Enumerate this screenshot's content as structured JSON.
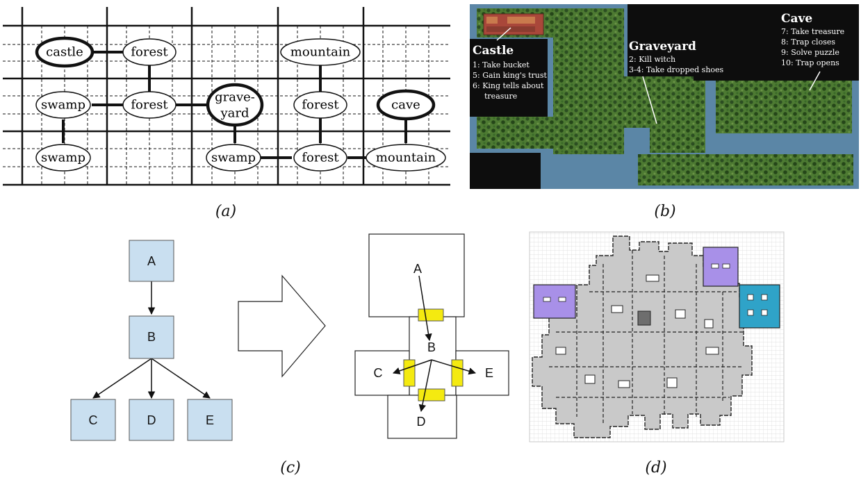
{
  "captions": {
    "a": "(a)",
    "b": "(b)",
    "c": "(c)",
    "d": "(d)"
  },
  "panel_a": {
    "nodes": {
      "castle": "castle",
      "forest_top": "forest",
      "mountain_top": "mountain",
      "swamp_mid": "swamp",
      "forest_mid": "forest",
      "graveyard_line1": "grave-",
      "graveyard_line2": "yard",
      "forest_mid_right": "forest",
      "cave": "cave",
      "swamp_bottom_left": "swamp",
      "swamp_bottom": "swamp",
      "forest_bottom": "forest",
      "mountain_bottom": "mountain"
    }
  },
  "panel_b": {
    "castle": {
      "title": "Castle",
      "items": [
        "1: Take bucket",
        "5: Gain king's trust",
        "6: King tells about",
        "treasure"
      ]
    },
    "graveyard": {
      "title": "Graveyard",
      "items": [
        "2: Kill witch",
        "3-4: Take dropped shoes"
      ]
    },
    "cave": {
      "title": "Cave",
      "items": [
        "7: Take treasure",
        "8: Trap closes",
        "9: Solve puzzle",
        "10: Trap opens"
      ]
    },
    "colors": {
      "water": "#5b86a6",
      "void": "#0d0d0d",
      "grass": "#4d7a32",
      "forest": "#2c4e22"
    }
  },
  "panel_c": {
    "tree_nodes": [
      "A",
      "B",
      "C",
      "D",
      "E"
    ],
    "layout_labels": {
      "a": "A",
      "b": "B",
      "c": "C",
      "d": "D",
      "e": "E"
    },
    "colors": {
      "node_fill": "#c9dff0",
      "connector": "#f4ea10"
    }
  },
  "panel_d": {
    "colors": {
      "room": "#c9c9c9",
      "purple_room": "#a890e8",
      "blue_room": "#2fa3c8",
      "dark_cell": "#6e6e6e",
      "grid": "#d8d8d8"
    }
  }
}
